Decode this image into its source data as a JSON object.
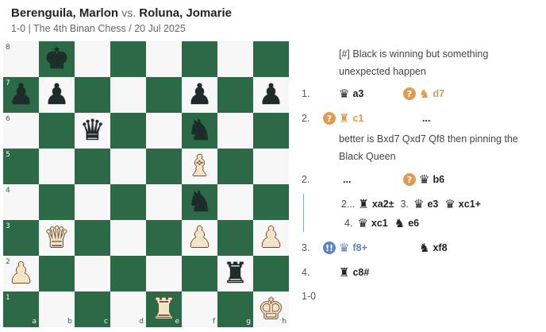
{
  "game": {
    "white_player": "Berenguila, Marlon",
    "vs": "vs.",
    "black_player": "Roluna, Jomarie",
    "info": "1-0 | The 4th Binan Chess / 20 Jul 2025"
  },
  "board": {
    "files": [
      "a",
      "b",
      "c",
      "d",
      "e",
      "f",
      "g",
      "h"
    ],
    "ranks": [
      "8",
      "7",
      "6",
      "5",
      "4",
      "3",
      "2",
      "1"
    ],
    "pieces": [
      {
        "square": "b8",
        "piece": "king",
        "color": "black"
      },
      {
        "square": "a7",
        "piece": "pawn",
        "color": "black"
      },
      {
        "square": "b7",
        "piece": "pawn",
        "color": "black"
      },
      {
        "square": "f7",
        "piece": "pawn",
        "color": "black"
      },
      {
        "square": "h7",
        "piece": "pawn",
        "color": "black"
      },
      {
        "square": "c6",
        "piece": "queen",
        "color": "black"
      },
      {
        "square": "f6",
        "piece": "knight",
        "color": "black"
      },
      {
        "square": "f5",
        "piece": "bishop",
        "color": "white"
      },
      {
        "square": "f4",
        "piece": "knight",
        "color": "black"
      },
      {
        "square": "b3",
        "piece": "queen",
        "color": "white"
      },
      {
        "square": "f3",
        "piece": "pawn",
        "color": "white"
      },
      {
        "square": "h3",
        "piece": "pawn",
        "color": "white"
      },
      {
        "square": "a2",
        "piece": "pawn",
        "color": "white"
      },
      {
        "square": "g2",
        "piece": "rook",
        "color": "black"
      },
      {
        "square": "e1",
        "piece": "rook",
        "color": "white"
      },
      {
        "square": "h1",
        "piece": "king",
        "color": "white"
      }
    ]
  },
  "notation": {
    "intro_comment": "[#] Black is winning but something unexpected happen",
    "move1": {
      "num": "1.",
      "white": "a3",
      "black": "d7",
      "black_badge": "?"
    },
    "move2": {
      "num": "2.",
      "white": "c1",
      "white_badge": "?",
      "black": "..."
    },
    "comment2": "better is Bxd7 Qxd7 Qf8 then pinning the Black Queen",
    "move2b": {
      "num": "2.",
      "white": "...",
      "black": "b6",
      "black_badge": "?"
    },
    "variation": {
      "l1": {
        "n1": "2...",
        "m1": "xa2±",
        "n2": "3.",
        "m2": "e3",
        "m3": "xc1+"
      },
      "l2": {
        "n1": "4.",
        "m1": "xc1",
        "m2": "e6"
      }
    },
    "move3": {
      "num": "3.",
      "white": "f8+",
      "white_badge": "!!",
      "black": "xf8"
    },
    "move4": {
      "num": "4.",
      "white": "c8#"
    },
    "result": "1-0"
  },
  "icons": {
    "queen": "♛",
    "rook": "♜",
    "knight": "♞",
    "bishop": "♝",
    "king": "♚",
    "pawn": "♟"
  },
  "colors": {
    "dark_square": "#2c6a47",
    "light_square": "#f7f7f7",
    "mistake": "#e39a50",
    "brilliant": "#5c86c2"
  }
}
